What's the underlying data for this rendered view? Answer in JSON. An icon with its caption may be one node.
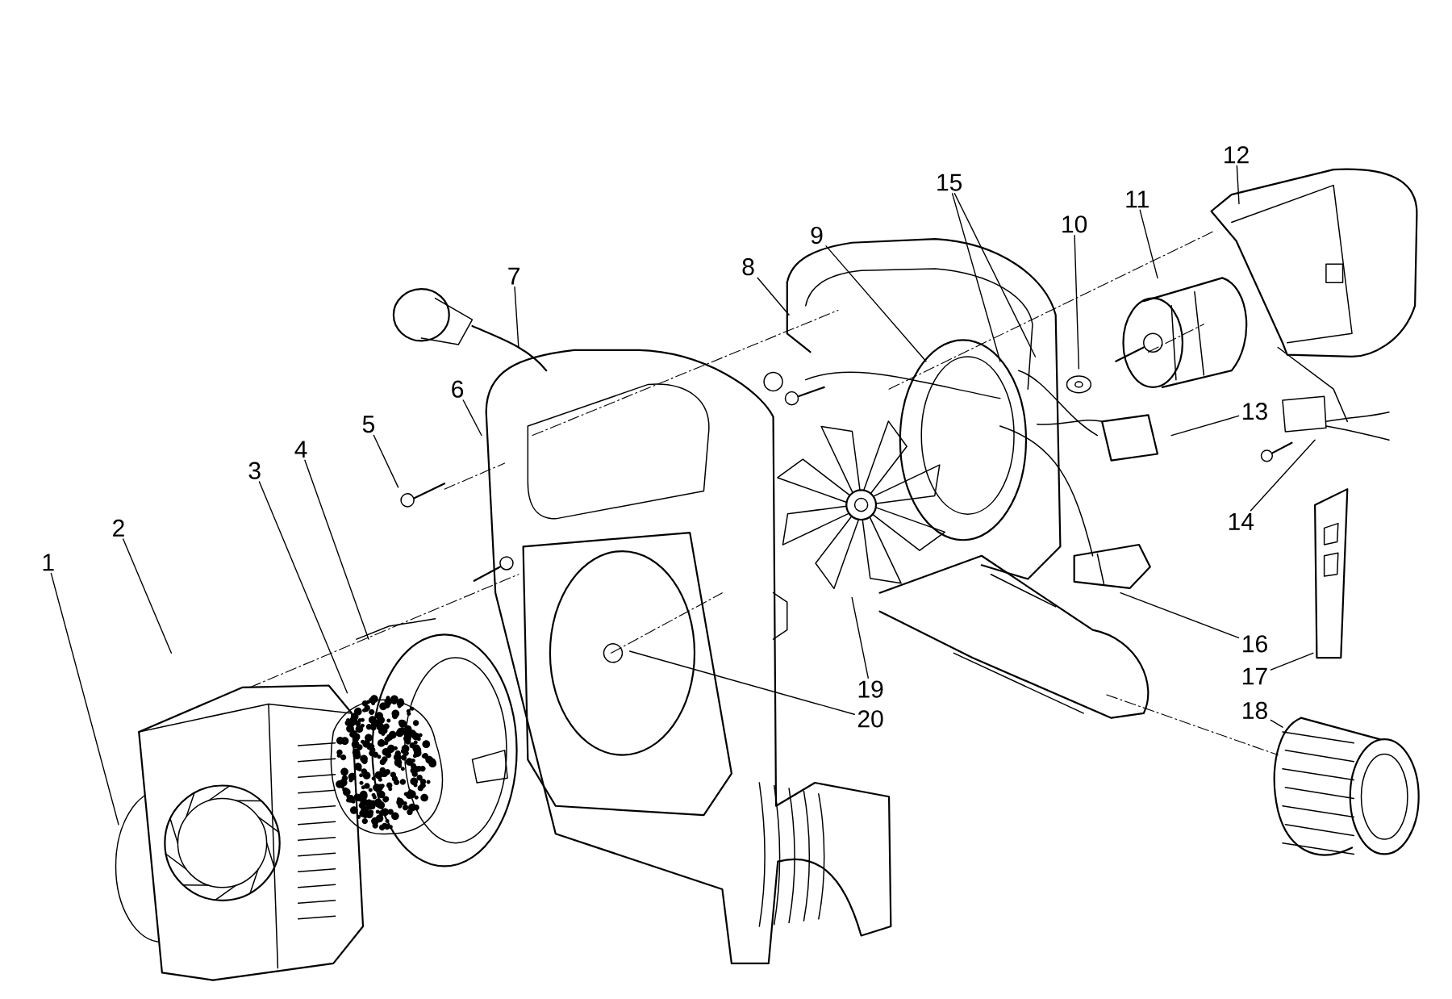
{
  "diagram": {
    "nodes": [
      {
        "text": [
          "1"
        ]
      },
      {
        "text": [
          "2"
        ]
      },
      {
        "text": [
          "3"
        ]
      },
      {
        "text": [
          "4"
        ]
      },
      {
        "text": [
          "5"
        ]
      },
      {
        "text": [
          "6"
        ]
      },
      {
        "text": [
          "7"
        ]
      },
      {
        "text": [
          "8"
        ]
      },
      {
        "text": [
          "9"
        ]
      },
      {
        "text": [
          "10"
        ]
      },
      {
        "text": [
          "11"
        ]
      },
      {
        "text": [
          "12"
        ]
      },
      {
        "text": [
          "13"
        ]
      },
      {
        "text": [
          "14"
        ]
      },
      {
        "text": [
          "15"
        ]
      },
      {
        "text": [
          "16"
        ]
      },
      {
        "text": [
          "17"
        ]
      },
      {
        "text": [
          "18"
        ]
      },
      {
        "text": [
          "19"
        ]
      },
      {
        "text": [
          "20"
        ]
      }
    ],
    "edges": [
      {
        "from": 0,
        "to": null,
        "arrow": "none"
      },
      {
        "from": 1,
        "to": null,
        "arrow": "none"
      },
      {
        "from": 2,
        "to": null,
        "arrow": "none"
      },
      {
        "from": 3,
        "to": null,
        "arrow": "none"
      },
      {
        "from": 4,
        "to": null,
        "arrow": "none"
      },
      {
        "from": 5,
        "to": null,
        "arrow": "none"
      },
      {
        "from": 6,
        "to": null,
        "arrow": "none"
      },
      {
        "from": 7,
        "to": null,
        "arrow": "none"
      },
      {
        "from": 8,
        "to": null,
        "arrow": "none"
      },
      {
        "from": 9,
        "to": null,
        "arrow": "none"
      },
      {
        "from": 10,
        "to": null,
        "arrow": "none"
      },
      {
        "from": 11,
        "to": null,
        "arrow": "none"
      },
      {
        "from": 12,
        "to": null,
        "arrow": "none"
      },
      {
        "from": 13,
        "to": null,
        "arrow": "none"
      },
      {
        "from": 14,
        "to": null,
        "arrow": "none"
      },
      {
        "from": 14,
        "to": null,
        "arrow": "none"
      },
      {
        "from": 15,
        "to": null,
        "arrow": "none"
      },
      {
        "from": 16,
        "to": null,
        "arrow": "none"
      },
      {
        "from": 17,
        "to": null,
        "arrow": "none"
      },
      {
        "from": 18,
        "to": null,
        "arrow": "none"
      },
      {
        "from": 19,
        "to": null,
        "arrow": "none"
      }
    ]
  }
}
